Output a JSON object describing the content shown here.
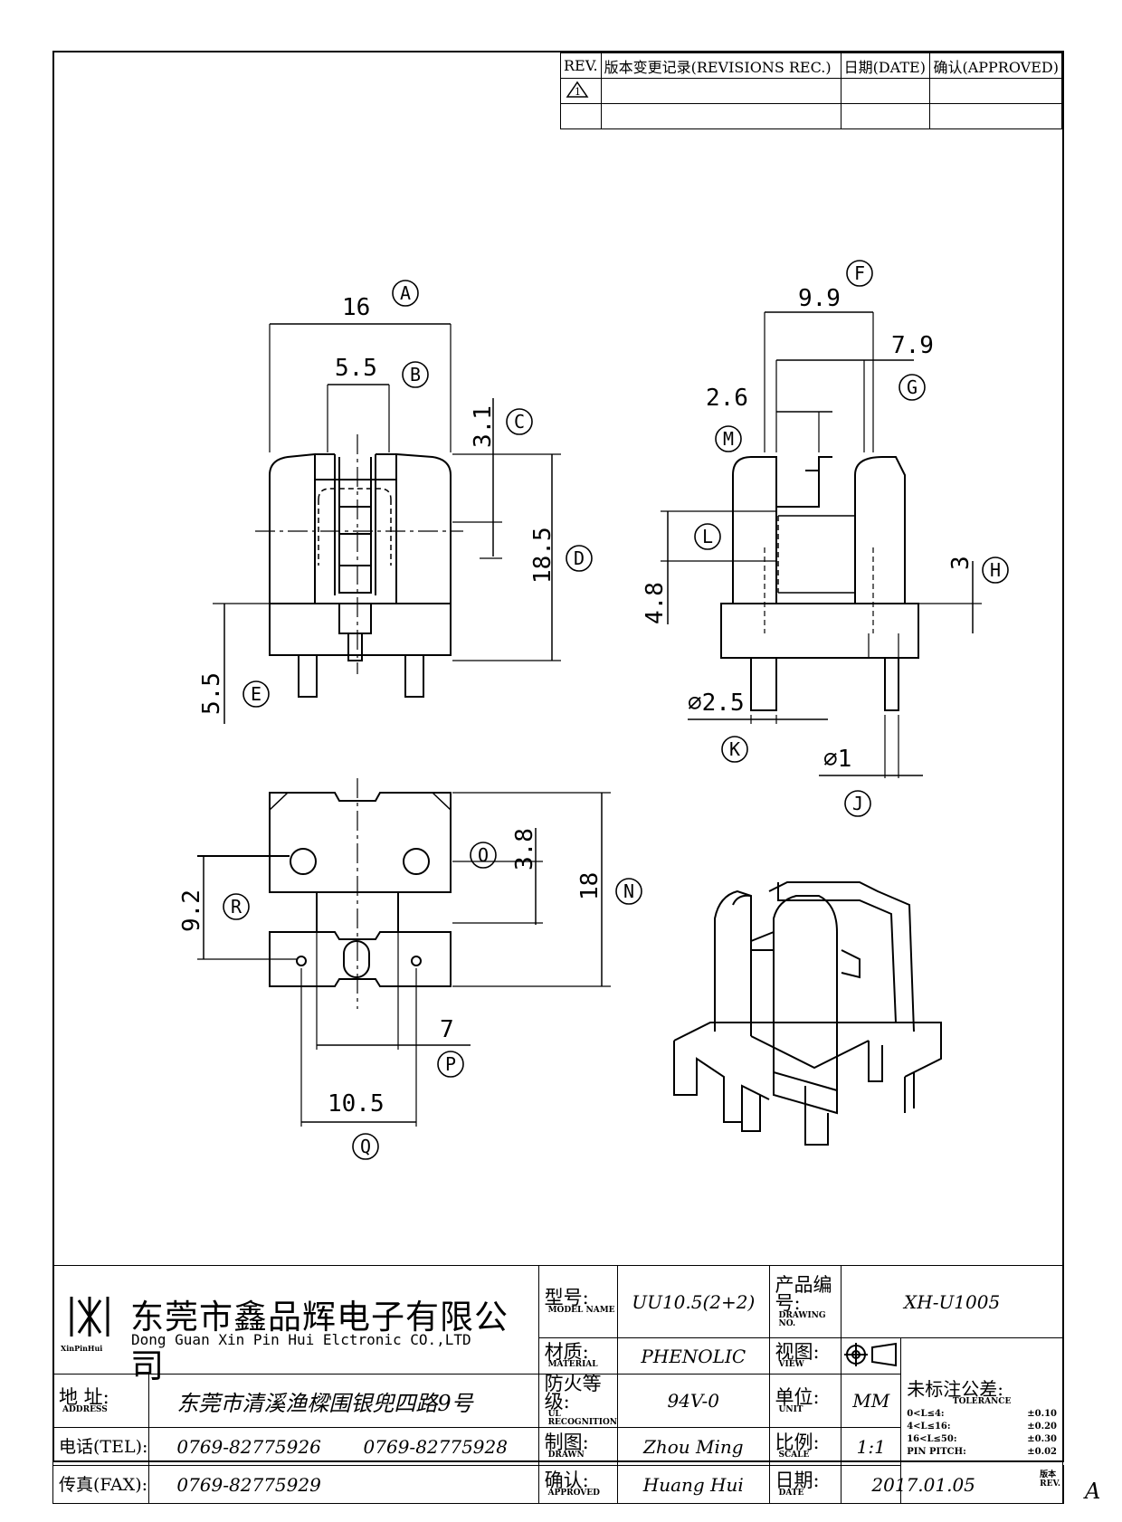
{
  "revision_table": {
    "headers": [
      "REV.",
      "版本变更记录(REVISIONS REC.)",
      "日期(DATE)",
      "确认(APPROVED)"
    ],
    "rev_mark": "1"
  },
  "dimensions": {
    "A": "16",
    "B": "5.5",
    "C": "3.1",
    "D": "18.5",
    "E": "5.5",
    "F": "9.9",
    "G": "7.9",
    "M": "2.6",
    "L": "4.8",
    "H": "3",
    "K": "⌀2.5",
    "J": "⌀1",
    "O": "3.8",
    "N": "18",
    "R": "9.2",
    "P": "7",
    "Q": "10.5"
  },
  "callouts": [
    "A",
    "B",
    "C",
    "D",
    "E",
    "F",
    "G",
    "M",
    "L",
    "H",
    "K",
    "J",
    "O",
    "N",
    "R",
    "P",
    "Q"
  ],
  "title_block": {
    "company_cn": "东莞市鑫品辉电子有限公司",
    "company_en": "Dong Guan Xin Pin Hui Elctronic CO.,LTD",
    "brand": "XinPinHui",
    "address_label": "地  址:",
    "address_sub": "ADDRESS",
    "address": "东莞市清溪渔樑围银兜四路9号",
    "tel_label": "电话(TEL):",
    "tel1": "0769-82775926",
    "tel2": "0769-82775928",
    "fax_label": "传真(FAX):",
    "fax": "0769-82775929",
    "model_label": "型号:",
    "model_sub": "MODEL NAME",
    "model": "UU10.5(2+2)",
    "material_label": "材质:",
    "material_sub": "MATERIAL",
    "material": "PHENOLIC",
    "ul_label": "防火等级:",
    "ul_sub": "UL RECOGNITION",
    "ul": "94V-0",
    "drawn_label": "制图:",
    "drawn_sub": "DRAWN",
    "drawn": "Zhou Ming",
    "approved_label": "确认:",
    "approved_sub": "APPROVED",
    "approved": "Huang Hui",
    "drawing_no_label": "产品编号:",
    "drawing_no_sub": "DRAWING NO.",
    "drawing_no": "XH-U1005",
    "view_label": "视图:",
    "view_sub": "VIEW",
    "unit_label": "单位:",
    "unit_sub": "UNIT",
    "unit": "MM",
    "scale_label": "比例:",
    "scale_sub": "SCALE",
    "scale": "1:1",
    "date_label": "日期:",
    "date_sub": "DATE",
    "date": "2017.01.05",
    "tolerance_label": "未标注公差:",
    "tolerance_sub": "TOLERANCE",
    "tolerances": [
      {
        "range": "0<L≤4:",
        "value": "±0.10"
      },
      {
        "range": "4<L≤16:",
        "value": "±0.20"
      },
      {
        "range": "16<L≤50:",
        "value": "±0.30"
      },
      {
        "range": "PIN PITCH:",
        "value": "±0.02"
      }
    ],
    "rev_label": "版本REV.",
    "rev": "A"
  }
}
